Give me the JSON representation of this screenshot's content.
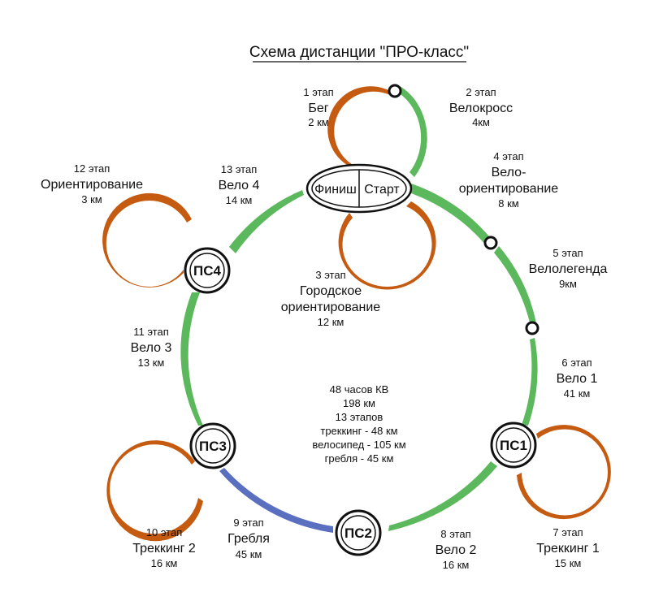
{
  "title": "Схема дистанции \"ПРО-класс\"",
  "colors": {
    "bike": "#5cb85c",
    "trek": "#c55a11",
    "water": "#5b6fc0"
  },
  "finish_start": {
    "finish": "Финиш",
    "start": "Старт"
  },
  "checkpoints": {
    "ps1": "ПС1",
    "ps2": "ПС2",
    "ps3": "ПС3",
    "ps4": "ПС4"
  },
  "stages": [
    {
      "num": "1 этап",
      "name": "Бег",
      "dist": "2 км"
    },
    {
      "num": "2 этап",
      "name": "Велокросс",
      "dist": "4км"
    },
    {
      "num": "3 этап",
      "name": "Городское",
      "name2": "ориентирование",
      "dist": "12 км"
    },
    {
      "num": "4 этап",
      "name": "Вело-",
      "name2": "ориентирование",
      "dist": "8 км"
    },
    {
      "num": "5 этап",
      "name": "Велолегенда",
      "dist": "9км"
    },
    {
      "num": "6 этап",
      "name": "Вело 1",
      "dist": "41 км"
    },
    {
      "num": "7 этап",
      "name": "Треккинг 1",
      "dist": "15 км"
    },
    {
      "num": "8 этап",
      "name": "Вело 2",
      "dist": "16 км"
    },
    {
      "num": "9 этап",
      "name": "Гребля",
      "dist": "45 км"
    },
    {
      "num": "10 этап",
      "name": "Треккинг 2",
      "dist": "16 км"
    },
    {
      "num": "11 этап",
      "name": "Вело 3",
      "dist": "13 км"
    },
    {
      "num": "12 этап",
      "name": "Ориентирование",
      "dist": "3 км"
    },
    {
      "num": "13 этап",
      "name": "Вело 4",
      "dist": "14 км"
    }
  ],
  "summary": [
    "48 часов КВ",
    "198 км",
    "13 этапов",
    "треккинг - 48 км",
    "велосипед - 105 км",
    "гребля - 45 км"
  ]
}
